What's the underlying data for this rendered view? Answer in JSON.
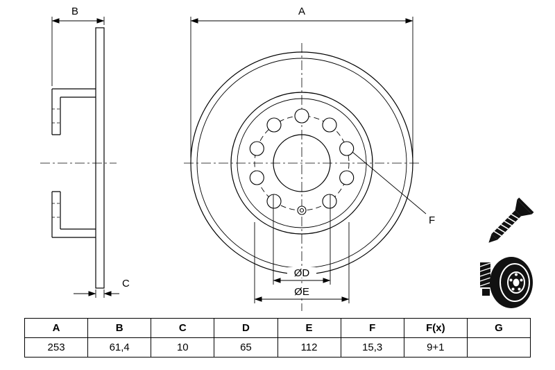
{
  "drawing": {
    "labels": {
      "a": "A",
      "b": "B",
      "c": "C",
      "d": "ØD",
      "e": "ØE",
      "f": "F"
    }
  },
  "icons": {
    "screw": "countersunk-screw-icon",
    "disc": "brake-disc-icon"
  },
  "colors": {
    "line": "#000000",
    "background": "#ffffff",
    "icon": "#111111"
  },
  "table": {
    "headers": [
      "A",
      "B",
      "C",
      "D",
      "E",
      "F",
      "F(x)",
      "G"
    ],
    "values": [
      "253",
      "61,4",
      "10",
      "65",
      "112",
      "15,3",
      "9+1",
      ""
    ]
  }
}
